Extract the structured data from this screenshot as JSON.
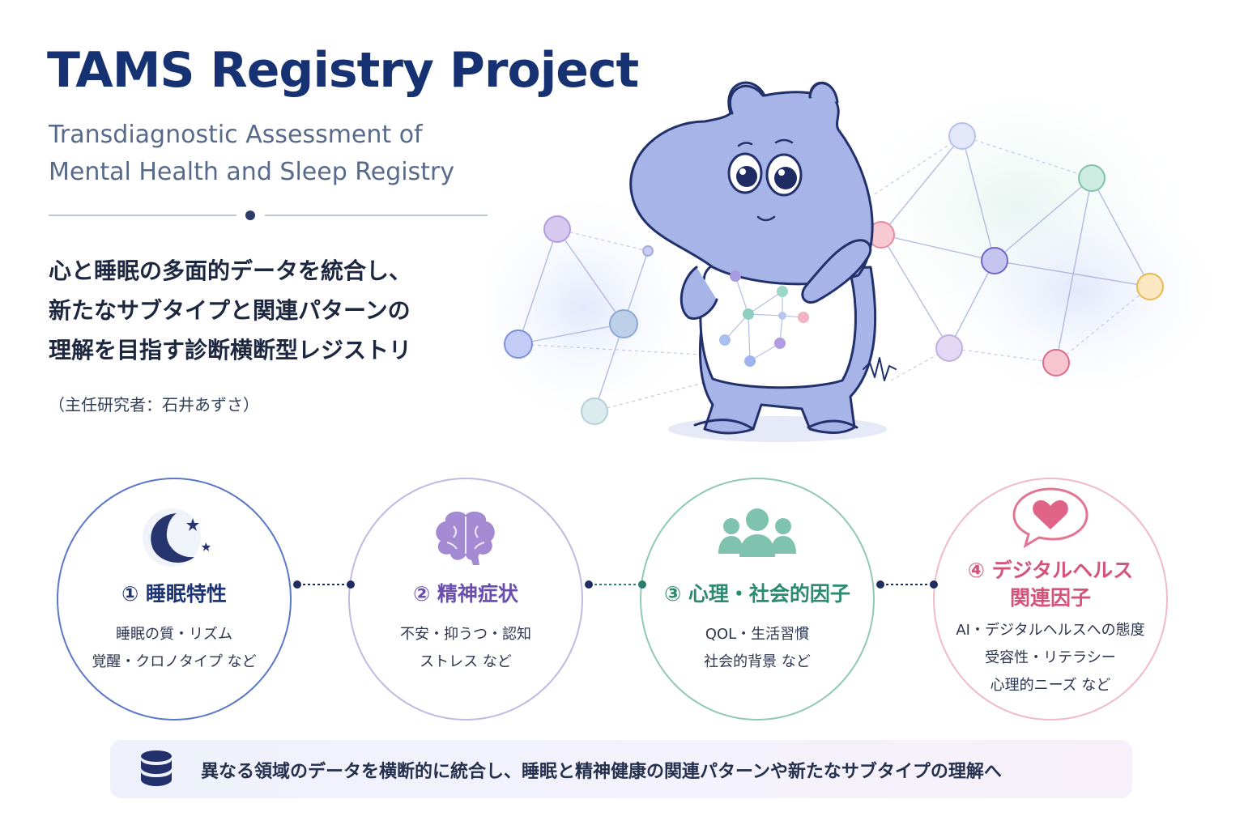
{
  "header": {
    "title": "TAMS Registry Project",
    "subtitle": "Transdiagnostic Assessment of\nMental Health and Sleep Registry"
  },
  "lead": "心と睡眠の多面的データを統合し、\n新たなサブタイプと関連パターンの\n理解を目指す診断横断型レジストリ",
  "principal_investigator": "（主任研究者：石井あずさ）",
  "pillars": [
    {
      "title": "① 睡眠特性",
      "description": "睡眠の質・リズム\n覚醒・クロノタイプ など",
      "icon": "moon-stars-icon",
      "color": "#5a78c8"
    },
    {
      "title": "② 精神症状",
      "description": "不安・抑うつ・認知\nストレス など",
      "icon": "brain-icon",
      "color": "#7a5bb8"
    },
    {
      "title": "③ 心理・社会的因子",
      "description": "QOL・生活習慣\n社会的背景 など",
      "icon": "people-group-icon",
      "color": "#2f8d73"
    },
    {
      "title": "④ デジタルヘルス\n関連因子",
      "description": "AI・デジタルヘルスへの態度\n受容性・リテラシー\n心理的ニーズ など",
      "icon": "heart-speech-bubble-icon",
      "color": "#d8587a"
    }
  ],
  "footer": {
    "text": "異なる領域のデータを横断的に統合し、睡眠と精神健康の関連パターンや新たなサブタイプの理解へ",
    "icon": "database-icon"
  },
  "colors": {
    "navy": "#163272",
    "sleep": "#5a78c8",
    "mental": "#a89ad6",
    "social": "#7fc2ad",
    "digital": "#eaa5b7"
  }
}
